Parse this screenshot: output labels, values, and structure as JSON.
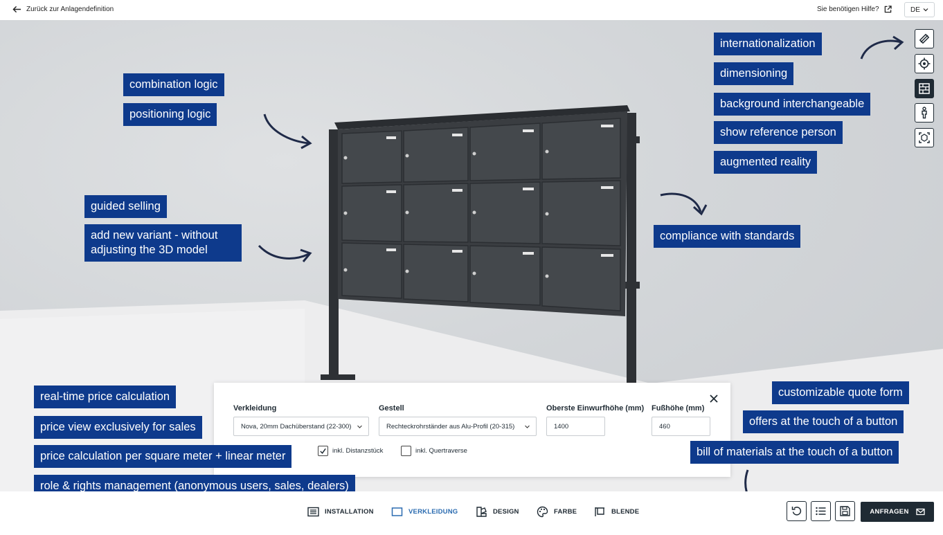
{
  "topbar": {
    "back_label": "Zurück zur Anlagendefinition",
    "help_label": "Sie benötigen Hilfe?",
    "language": "DE"
  },
  "annotations": {
    "combination_logic": "combination logic",
    "positioning_logic": "positioning logic",
    "guided_selling": "guided selling",
    "add_variant": "add new variant - without adjusting the 3D model",
    "internationalization": "internationalization",
    "dimensioning": "dimensioning",
    "background": "background interchangeable",
    "reference_person": "show reference person",
    "augmented_reality": "augmented reality",
    "compliance": "compliance with standards",
    "realtime_price": "real-time price calculation",
    "price_view_sales": "price view exclusively for sales",
    "price_per_meter": "price calculation per square meter + linear meter",
    "role_rights": "role & rights management (anonymous users, sales, dealers)",
    "quote_form": "customizable quote form",
    "offers": "offers at the touch of a button",
    "bill_of_materials": "bill of materials at the touch of a button"
  },
  "panel": {
    "cladding_label": "Verkleidung",
    "cladding_value": "Nova, 20mm Dachüberstand (22-300)",
    "frame_label": "Gestell",
    "frame_value": "Rechteckrohrständer aus Alu-Profil (20-315)",
    "top_slot_label": "Oberste Einwurfhöhe (mm)",
    "top_slot_value": "1400",
    "foot_label": "Fußhöhe (mm)",
    "foot_value": "460",
    "spacer_label": "inkl. Distanzstück",
    "spacer_checked": true,
    "crossbar_label": "inkl. Quertraverse",
    "crossbar_checked": false
  },
  "bottom_nav": {
    "tabs": [
      {
        "label": "INSTALLATION",
        "icon": "list-icon"
      },
      {
        "label": "VERKLEIDUNG",
        "icon": "rectangle-icon",
        "active": true
      },
      {
        "label": "DESIGN",
        "icon": "design-icon"
      },
      {
        "label": "FARBE",
        "icon": "palette-icon"
      },
      {
        "label": "BLENDE",
        "icon": "blende-icon"
      }
    ],
    "request_label": "ANFRAGEN"
  },
  "colors": {
    "annotation_bg": "#0e3a8c",
    "dark": "#1f2a33",
    "active_tab": "#2a6bb0",
    "mailbox": "#3a3d41"
  }
}
